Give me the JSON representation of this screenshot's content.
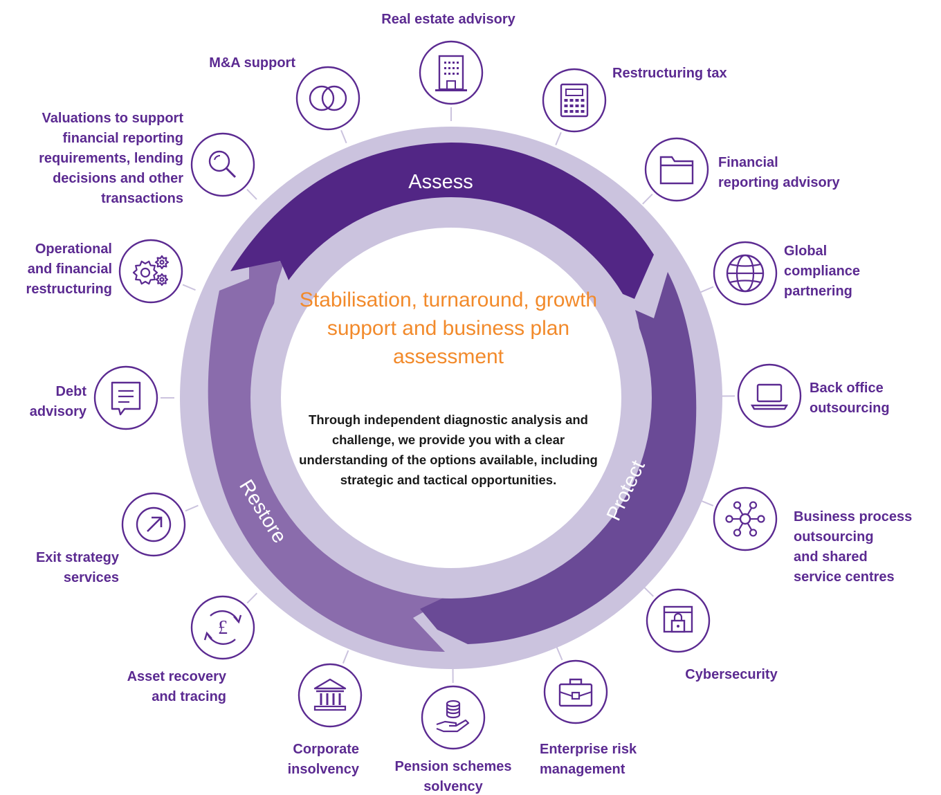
{
  "colors": {
    "purple_dark": "#522685",
    "purple_mid": "#6a4a96",
    "purple_light": "#8a6cac",
    "ring_lilac": "#cbc3de",
    "icon_purple": "#5b2a91",
    "accent_orange": "#f28a2b"
  },
  "center": {
    "title": "Stabilisation, turnaround, growth support and business plan assessment",
    "body": "Through independent diagnostic analysis and challenge, we provide you with a clear understanding of the options available, including strategic and tactical opportunities."
  },
  "cycle": {
    "assess": "Assess",
    "protect": "Protect",
    "restore": "Restore"
  },
  "services": [
    {
      "id": "real-estate",
      "icon": "building-icon",
      "lines": [
        "Real estate advisory"
      ]
    },
    {
      "id": "restructuring-tax",
      "icon": "calculator-icon",
      "lines": [
        "Restructuring tax"
      ]
    },
    {
      "id": "financial-reporting",
      "icon": "folder-icon",
      "lines": [
        "Financial",
        "reporting advisory"
      ]
    },
    {
      "id": "global-compliance",
      "icon": "globe-icon",
      "lines": [
        "Global",
        "compliance",
        "partnering"
      ]
    },
    {
      "id": "back-office",
      "icon": "laptop-icon",
      "lines": [
        "Back office",
        "outsourcing"
      ]
    },
    {
      "id": "business-process",
      "icon": "network-icon",
      "lines": [
        "Business process",
        "outsourcing",
        "and shared",
        "service centres"
      ]
    },
    {
      "id": "cybersecurity",
      "icon": "secure-window-icon",
      "lines": [
        "Cybersecurity"
      ]
    },
    {
      "id": "enterprise-risk",
      "icon": "briefcase-icon",
      "lines": [
        "Enterprise risk",
        "management"
      ]
    },
    {
      "id": "pension-schemes",
      "icon": "coins-in-hand-icon",
      "lines": [
        "Pension schemes",
        "solvency"
      ]
    },
    {
      "id": "corporate-insolvency",
      "icon": "bank-icon",
      "lines": [
        "Corporate",
        "insolvency"
      ]
    },
    {
      "id": "asset-recovery",
      "icon": "pound-cycle-icon",
      "lines": [
        "Asset recovery",
        "and tracing"
      ]
    },
    {
      "id": "exit-strategy",
      "icon": "arrow-out-icon",
      "lines": [
        "Exit strategy",
        "services"
      ]
    },
    {
      "id": "debt-advisory",
      "icon": "document-speech-icon",
      "lines": [
        "Debt",
        "advisory"
      ]
    },
    {
      "id": "operational-restructuring",
      "icon": "gears-icon",
      "lines": [
        "Operational",
        "and financial",
        "restructuring"
      ]
    },
    {
      "id": "valuations",
      "icon": "magnifier-icon",
      "lines": [
        "Valuations to support",
        "financial reporting",
        "requirements, lending",
        "decisions and other",
        "transactions"
      ]
    },
    {
      "id": "ma-support",
      "icon": "interlocking-rings-icon",
      "lines": [
        "M&A support"
      ]
    }
  ]
}
